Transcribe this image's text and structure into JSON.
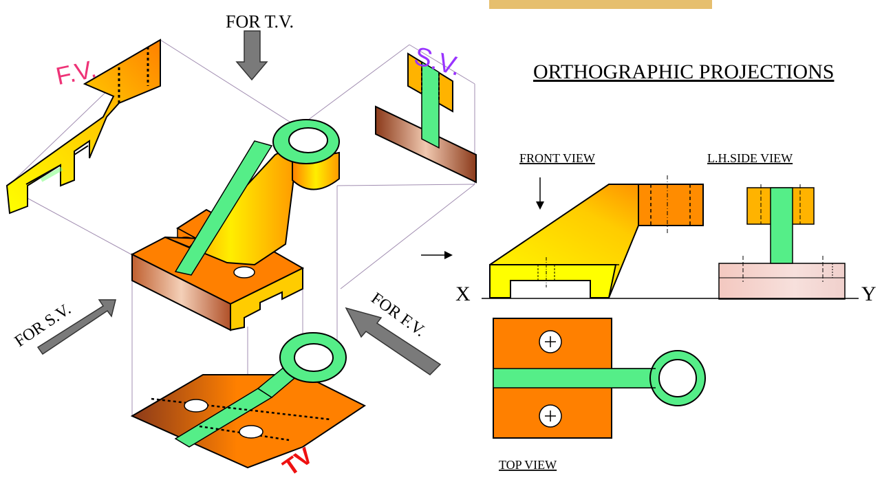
{
  "title": "ORTHOGRAPHIC PROJECTIONS",
  "labels": {
    "for_tv": "FOR T.V.",
    "for_sv": "FOR S.V.",
    "for_fv": "FOR F.V.",
    "fv": "F.V.",
    "sv": "S.V.",
    "tv": "TV",
    "front_view": "FRONT VIEW",
    "lh_side_view": "L.H.SIDE VIEW",
    "top_view": "TOP VIEW",
    "x": "X",
    "y": "Y"
  },
  "colors": {
    "accent_bar": "#e6bf6e",
    "orange": "#ff8000",
    "yellow": "#ffff00",
    "green": "#55ee88",
    "brown": "#8b4a2b",
    "pink": "#ee3377",
    "purple": "#9933ff",
    "red": "#ee1111",
    "arrow_gray": "#7a7a7a",
    "projector": "#a08cb0"
  }
}
